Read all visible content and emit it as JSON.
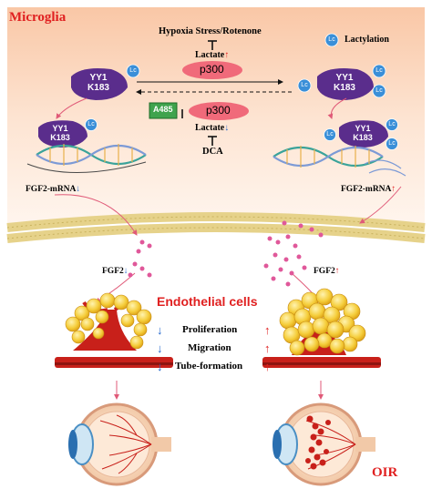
{
  "title": "Microglia",
  "legend": {
    "badge": "Lc",
    "label": "Lactylation"
  },
  "top": {
    "stress": "Hypoxia Stress/Rotenone",
    "lactate_up": "Lactate",
    "p300_top": "p300",
    "p300_bottom": "p300",
    "inhibitor": "A485",
    "lactate_down": "Lactate",
    "dca": "DCA"
  },
  "protein": {
    "line1": "YY1",
    "line2": "K183",
    "badge": "Lc"
  },
  "fgf2_mrna_left": "FGF2-mRNA",
  "fgf2_mrna_right": "FGF2-mRNA",
  "fgf2_left": "FGF2",
  "fgf2_right": "FGF2",
  "endothelial_title": "Endothelial cells",
  "effects": [
    "Proliferation",
    "Migration",
    "Tube-formation"
  ],
  "oir": "OIR",
  "arrows": {
    "up": "↑",
    "down": "↓"
  },
  "colors": {
    "accent_red": "#e02020",
    "down_blue": "#2266cc",
    "protein_purple": "#5a2d8c",
    "lc_blue": "#3a8fd8",
    "p300_pink": "#f06a7a",
    "a485_green": "#3fa34d",
    "vessel_red": "#c8201a",
    "cell_yellow": "#f2c230"
  }
}
